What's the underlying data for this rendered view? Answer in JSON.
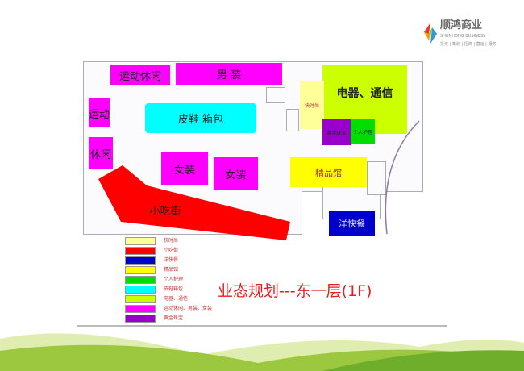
{
  "logo": {
    "name": "顺鸿商业",
    "sub": "SHUNHONG BUSINESS",
    "tagline": "投资 | 策划 | 招商 | 营运 | 服务"
  },
  "zones": {
    "sport_leisure": "运动休闲",
    "mens": "男    装",
    "sport": "运动",
    "leisure": "休闲",
    "shoes_bags": "皮鞋  箱包",
    "womens1": "女装",
    "womens2": "女装",
    "snack": "小吃街",
    "fast_fashion": "快时尚",
    "electronics": "电器、通信",
    "jewelry": "黄金珠宝",
    "personal_care": "个人护理",
    "boutique": "精品馆",
    "fast_food": "洋快餐"
  },
  "legend": [
    {
      "label": "快时尚",
      "color": "#ffff99"
    },
    {
      "label": "小吃街",
      "color": "#ff0000"
    },
    {
      "label": "洋快餐",
      "color": "#0000cc"
    },
    {
      "label": "精品馆",
      "color": "#ffff00"
    },
    {
      "label": "个人护理",
      "color": "#00dd00"
    },
    {
      "label": "皮鞋箱包",
      "color": "#00ffff"
    },
    {
      "label": "电器、通信",
      "color": "#ccff00"
    },
    {
      "label": "运动休闲、男装、女装",
      "color": "#ff00ff"
    },
    {
      "label": "黄金珠宝",
      "color": "#9900cc"
    }
  ],
  "title": "业态规划---东一层(1F)"
}
